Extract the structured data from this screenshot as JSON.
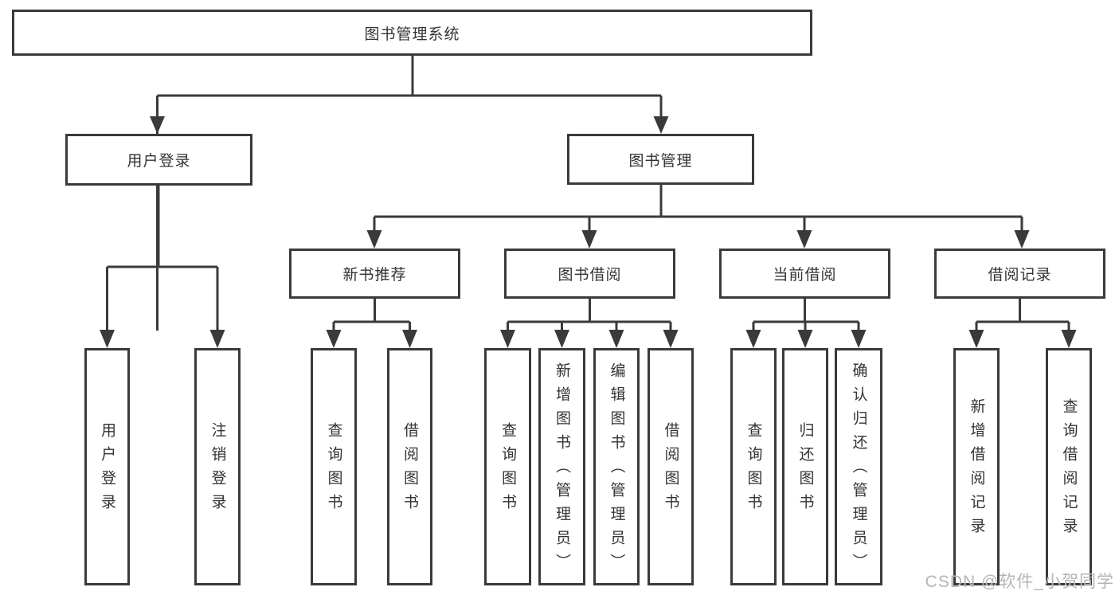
{
  "diagram_type": "tree",
  "tree": {
    "root": {
      "label": "图书管理系统",
      "children": [
        {
          "label": "用户登录",
          "children": [
            {
              "label": "用户登录"
            },
            {
              "label": "注销登录"
            }
          ]
        },
        {
          "label": "图书管理",
          "children": [
            {
              "label": "新书推荐",
              "children": [
                {
                  "label": "查询图书"
                },
                {
                  "label": "借阅图书"
                }
              ]
            },
            {
              "label": "图书借阅",
              "children": [
                {
                  "label": "查询图书"
                },
                {
                  "label": "新增图书（管理员）"
                },
                {
                  "label": "编辑图书（管理员）"
                },
                {
                  "label": "借阅图书"
                }
              ]
            },
            {
              "label": "当前借阅",
              "children": [
                {
                  "label": "查询图书"
                },
                {
                  "label": "归还图书"
                },
                {
                  "label": "确认归还（管理员）"
                }
              ]
            },
            {
              "label": "借阅记录",
              "children": [
                {
                  "label": "新增借阅记录"
                },
                {
                  "label": "查询借阅记录"
                }
              ]
            }
          ]
        }
      ]
    }
  },
  "watermark": {
    "text": "CSDN @软件_小贺同学"
  },
  "colors": {
    "line": "#3a3a3a",
    "box_border": "#3a3a3a",
    "box_fill": "#ffffff",
    "text": "#333333",
    "watermark": "#b5b5b5",
    "background": "#ffffff"
  }
}
